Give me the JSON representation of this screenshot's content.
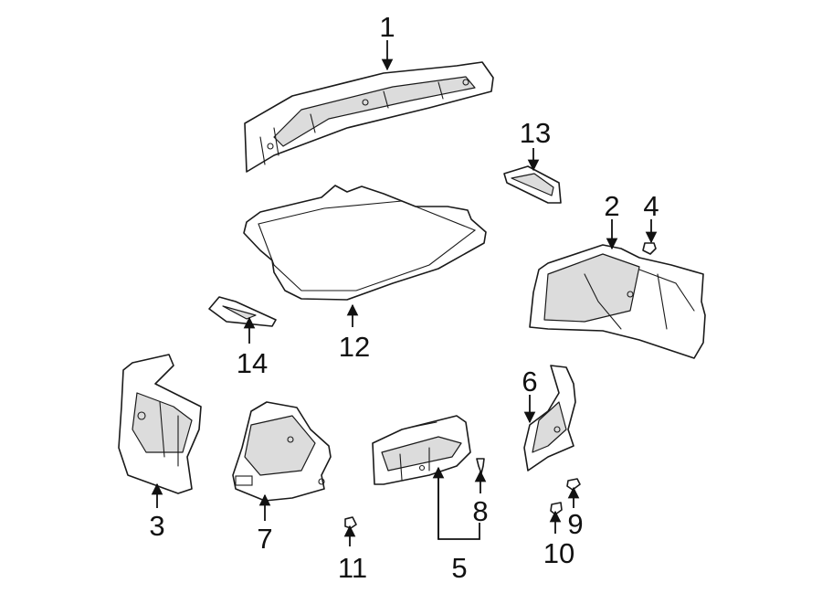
{
  "diagram": {
    "callouts": [
      {
        "id": "1",
        "label": "1"
      },
      {
        "id": "2",
        "label": "2"
      },
      {
        "id": "3",
        "label": "3"
      },
      {
        "id": "4",
        "label": "4"
      },
      {
        "id": "5",
        "label": "5"
      },
      {
        "id": "6",
        "label": "6"
      },
      {
        "id": "7",
        "label": "7"
      },
      {
        "id": "8",
        "label": "8"
      },
      {
        "id": "9",
        "label": "9"
      },
      {
        "id": "10",
        "label": "10"
      },
      {
        "id": "11",
        "label": "11"
      },
      {
        "id": "12",
        "label": "12"
      },
      {
        "id": "13",
        "label": "13"
      },
      {
        "id": "14",
        "label": "14"
      }
    ]
  },
  "colors": {
    "line": "#1a1a1a",
    "shade": "#dcdcdc",
    "background": "#ffffff"
  }
}
